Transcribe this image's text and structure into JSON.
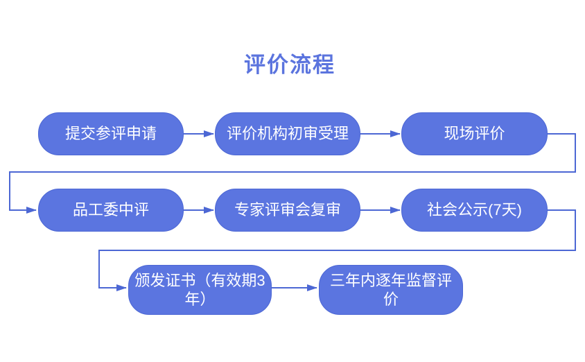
{
  "title": "评价流程",
  "colors": {
    "background": "#ffffff",
    "node_fill": "#5b75e0",
    "node_border": "#4c67d4",
    "node_text": "#ffffff",
    "connector": "#4c67d4",
    "title_color": "#5b74de"
  },
  "flow": {
    "nodes": [
      {
        "id": "submit-application",
        "label": "提交参评申请",
        "row": 1
      },
      {
        "id": "agency-initial-review",
        "label": "评价机构初审受理",
        "row": 1
      },
      {
        "id": "onsite-evaluation",
        "label": "现场评价",
        "row": 1
      },
      {
        "id": "committee-mid-review",
        "label": "品工委中评",
        "row": 2
      },
      {
        "id": "expert-panel-review",
        "label": "专家评审会复审",
        "row": 2
      },
      {
        "id": "public-notice",
        "label": "社会公示(7天)",
        "row": 2
      },
      {
        "id": "issue-certificate",
        "label": "颁发证书（有效期3年）",
        "row": 3
      },
      {
        "id": "annual-supervision",
        "label": "三年内逐年监督评价",
        "row": 3
      }
    ],
    "edges": [
      {
        "from": "submit-application",
        "to": "agency-initial-review"
      },
      {
        "from": "agency-initial-review",
        "to": "onsite-evaluation"
      },
      {
        "from": "onsite-evaluation",
        "to": "committee-mid-review"
      },
      {
        "from": "committee-mid-review",
        "to": "expert-panel-review"
      },
      {
        "from": "expert-panel-review",
        "to": "public-notice"
      },
      {
        "from": "public-notice",
        "to": "issue-certificate"
      },
      {
        "from": "issue-certificate",
        "to": "annual-supervision"
      }
    ]
  }
}
